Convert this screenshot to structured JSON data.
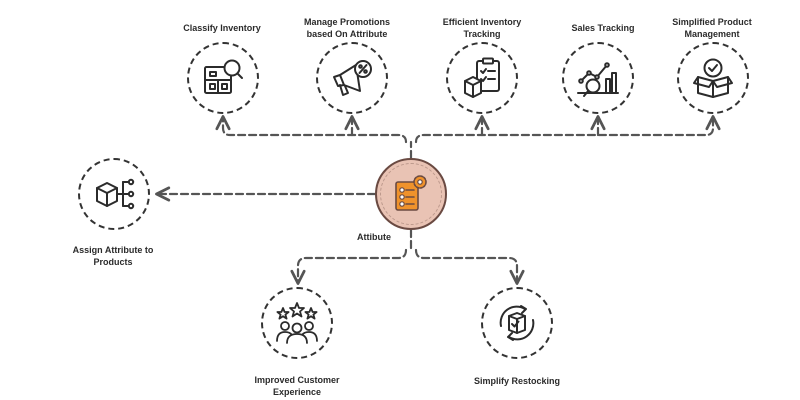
{
  "center": {
    "label": "Attibute",
    "fill_color": "#e9c3b4",
    "icon_color": "#f0922b",
    "icon": "attribute-list-gear-icon"
  },
  "nodes": {
    "classify_inventory": {
      "label": "Classify Inventory",
      "icon": "inventory-magnifier-icon"
    },
    "manage_promotions": {
      "label": [
        "Manage Promotions",
        "based On Attribute"
      ],
      "icon": "megaphone-percent-icon"
    },
    "efficient_inventory": {
      "label": [
        "Efficient Inventory",
        "Tracking"
      ],
      "icon": "clipboard-boxes-icon"
    },
    "sales_tracking": {
      "label": "Sales Tracking",
      "icon": "chart-magnifier-icon"
    },
    "simplified_product": {
      "label": [
        "Simplified Product",
        "Management"
      ],
      "icon": "box-badge-icon"
    },
    "assign_attribute": {
      "label": [
        "Assign Attribute to",
        "Products"
      ],
      "icon": "cube-network-icon"
    },
    "improved_customer": {
      "label": [
        "Improved Customer",
        "Experience"
      ],
      "icon": "people-stars-icon"
    },
    "simplify_restocking": {
      "label": "Simplify Restocking",
      "icon": "box-cycle-icon"
    }
  },
  "colors": {
    "connector": "#555555",
    "outline": "#333333",
    "text": "#2b2b2b",
    "accent": "#f0922b"
  }
}
